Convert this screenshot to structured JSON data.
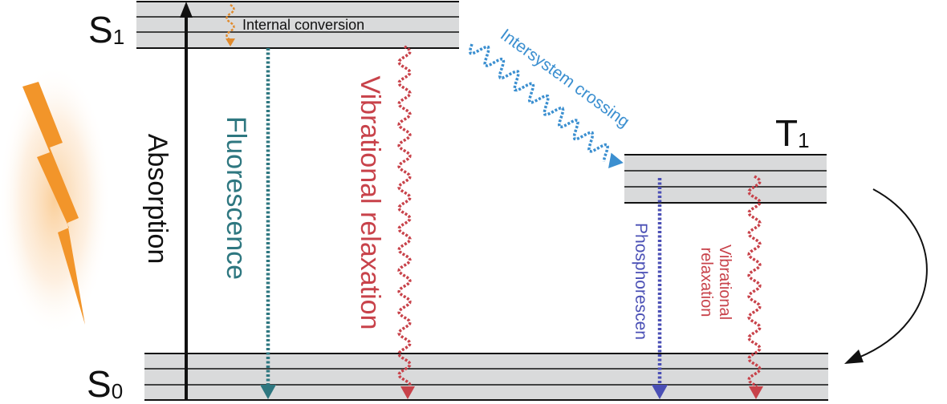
{
  "states": {
    "s1_letter": "S",
    "s1_sub": "1",
    "s0_letter": "S",
    "s0_sub": "0",
    "t1_letter": "T",
    "t1_sub": "1"
  },
  "processes": {
    "absorption": "Absorption",
    "internal_conversion": "Internal conversion",
    "fluorescence": "Fluorescence",
    "vibrational_relaxation_singlet": "Vibrational relaxation",
    "intersystem_crossing": "Intersystem crossing",
    "phosphorescence": "Phosphorescen",
    "vibrational_relaxation_triplet_line1": "Vibrational",
    "vibrational_relaxation_triplet_line2": "relaxation"
  },
  "icons": {
    "light": "lightning-bolt-icon",
    "return": "curved-arrow-icon"
  },
  "colors": {
    "band_fill": "#d9dadb",
    "absorption": "#111111",
    "internal_conversion": "#e08a2c",
    "fluorescence": "#2e7780",
    "vibrational_relaxation": "#c8424a",
    "intersystem_crossing": "#3b8fd0",
    "phosphorescence": "#4a4fb5",
    "lightning": "#f2952a"
  }
}
